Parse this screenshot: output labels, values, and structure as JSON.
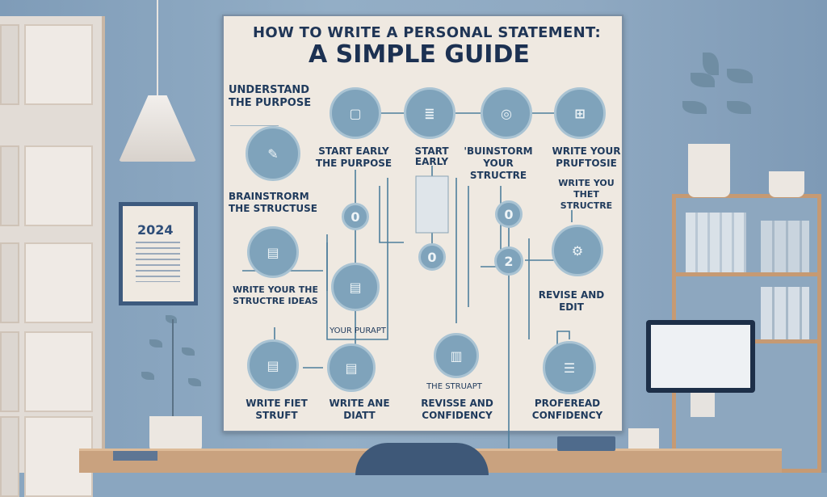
{
  "poster": {
    "title_line1": "HOW TO WRITE A PERSONAL STATEMENT:",
    "title_line2": "A SIMPLE GUIDE",
    "labels": [
      "UNDERSTAND THE PURPOSE",
      "START EARLY THE PURPOSE",
      "START EARLY",
      "'BUINSTORM YOUR STRUCTRE",
      "WRITE YOUR PRUFTOSIE",
      "WRITE YOU THET STRUCTRE",
      "BRAINSTRORM THE STRUCTUSE",
      "WRITE YOUR THE STRUCTRE IDEAS",
      "YOUR PURAPT",
      "REVISE AND EDIT",
      "THE STRUAPT",
      "WRITE FIET STRUFT",
      "WRITE ANE DIATT",
      "REVISSE AND CONFIDENCY",
      "PROFEREAD CONFIDENCY"
    ],
    "step_numbers": [
      "0",
      "0",
      "0",
      "2"
    ]
  },
  "wall_board": {
    "year": "2024"
  },
  "colors": {
    "wall": "#8aa6c0",
    "poster": "#efe9e1",
    "title": "#1c3152",
    "node": "#7fa3bb",
    "desk": "#c9a27f"
  }
}
